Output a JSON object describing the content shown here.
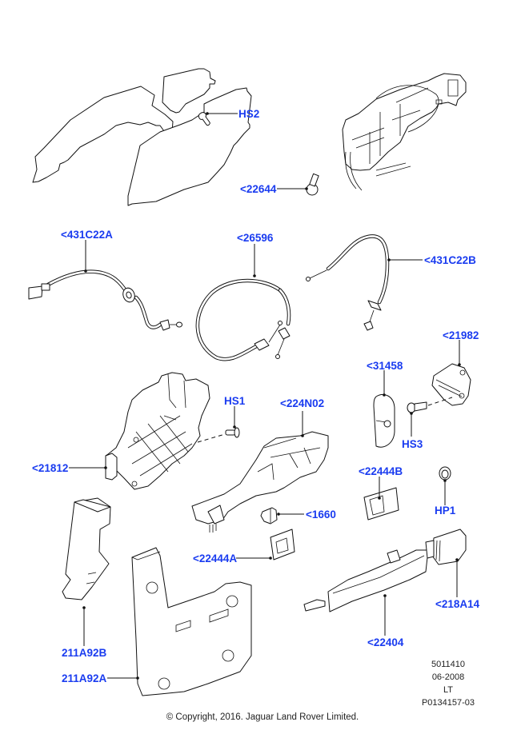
{
  "diagram": {
    "label_color": "#1a3cf0",
    "callouts": [
      {
        "id": "hs2",
        "text": "HS2"
      },
      {
        "id": "c22644",
        "text": "<22644"
      },
      {
        "id": "c431c22a",
        "text": "<431C22A"
      },
      {
        "id": "c26596",
        "text": "<26596"
      },
      {
        "id": "c431c22b",
        "text": "<431C22B"
      },
      {
        "id": "c21982",
        "text": "<21982"
      },
      {
        "id": "c31458",
        "text": "<31458"
      },
      {
        "id": "hs1",
        "text": "HS1"
      },
      {
        "id": "c224n02",
        "text": "<224N02"
      },
      {
        "id": "hs3",
        "text": "HS3"
      },
      {
        "id": "c21812",
        "text": "<21812"
      },
      {
        "id": "c22444b",
        "text": "<22444B"
      },
      {
        "id": "hp1",
        "text": "HP1"
      },
      {
        "id": "c1660",
        "text": "<1660"
      },
      {
        "id": "c22444a",
        "text": "<22444A"
      },
      {
        "id": "c218a14",
        "text": "<218A14"
      },
      {
        "id": "c211a92b",
        "text": "211A92B"
      },
      {
        "id": "c22404",
        "text": "<22404"
      },
      {
        "id": "c211a92a",
        "text": "211A92A"
      }
    ],
    "reference_block": [
      "5011410",
      "06-2008",
      "LT",
      "P0134157-03"
    ],
    "copyright": "© Copyright, 2016. Jaguar Land Rover Limited."
  }
}
